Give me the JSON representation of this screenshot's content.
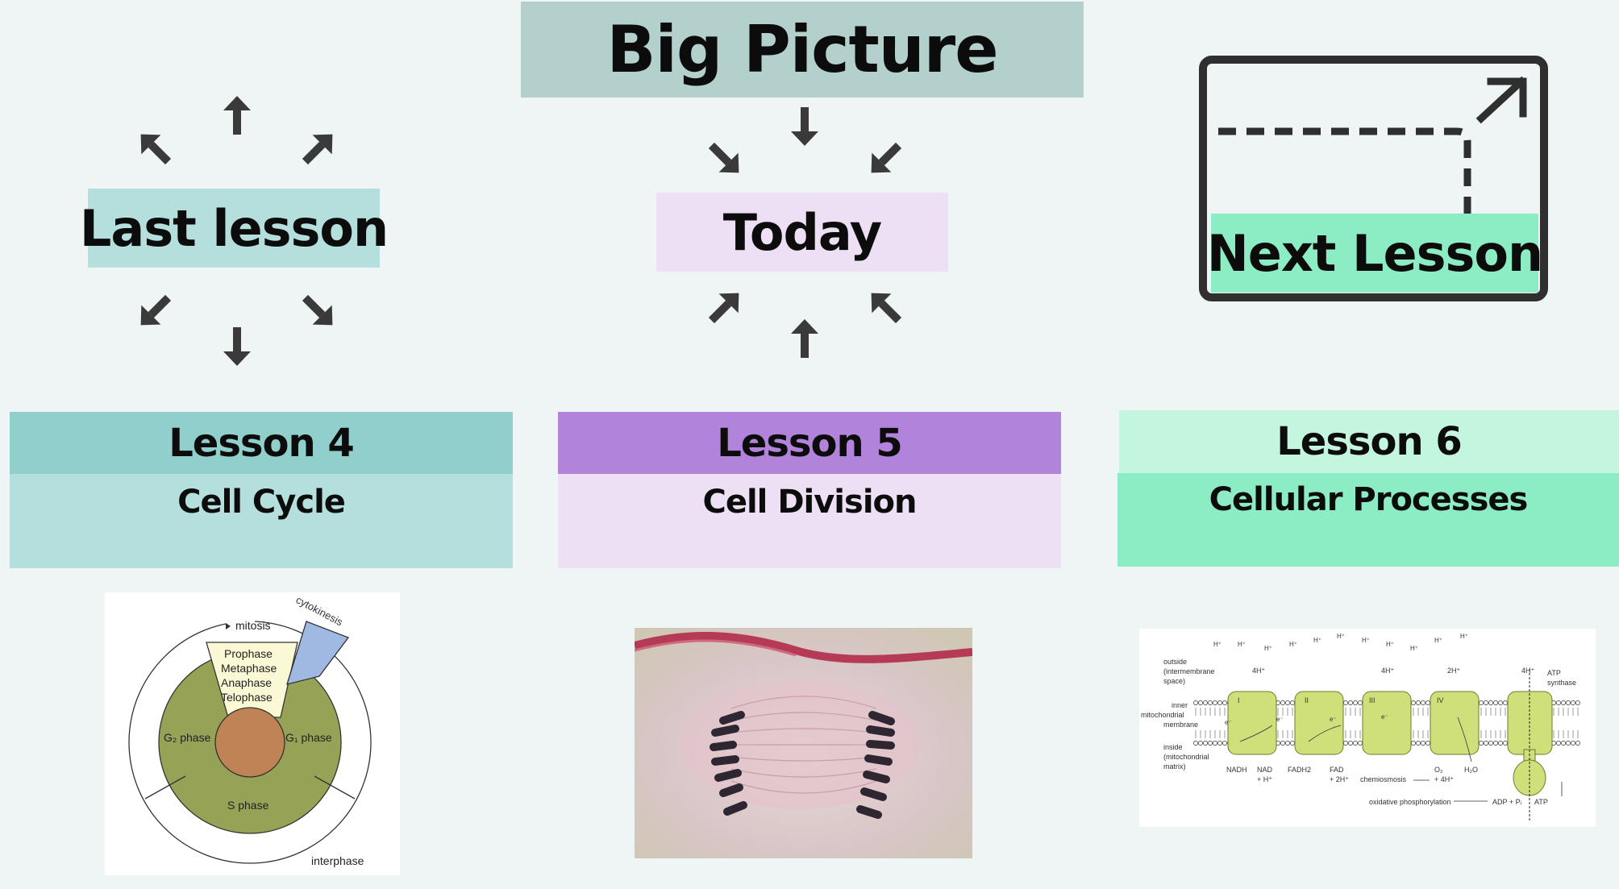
{
  "header": {
    "big_picture": "Big Picture",
    "last_lesson": "Last lesson",
    "today": "Today",
    "next_lesson": "Next Lesson"
  },
  "lessons": [
    {
      "number": "Lesson 4",
      "topic": "Cell Cycle"
    },
    {
      "number": "Lesson 5",
      "topic": "Cell Division"
    },
    {
      "number": "Lesson 6",
      "topic": "Cellular Processes"
    }
  ],
  "cell_cycle": {
    "mitosis": "mitosis",
    "cytokinesis": "cytokinesis",
    "phases": [
      "Prophase",
      "Metaphase",
      "Anaphase",
      "Telophase"
    ],
    "g2": "G₂ phase",
    "g1": "G₁ phase",
    "s": "S phase",
    "interphase": "interphase"
  },
  "etc": {
    "outside": [
      "outside",
      "(intermembrane",
      "space)"
    ],
    "inner": [
      "inner",
      "mitochondrial",
      "membrane"
    ],
    "inside": [
      "inside",
      "(mitochondrial",
      "matrix)"
    ],
    "complexes": [
      "I",
      "II",
      "III",
      "IV"
    ],
    "top_h": [
      "4H⁺",
      "4H⁺",
      "2H⁺",
      "4H⁺"
    ],
    "atp_synthase": [
      "ATP",
      "synthase"
    ],
    "nadh": "NADH",
    "nad": "NAD",
    "nad_h": "+ H⁺",
    "fadh2": "FADH2",
    "fad": "FAD",
    "fad_h": "+ 2H⁺",
    "chemiosmosis": "chemiosmosis",
    "o2": "O₂",
    "o2_h": "+ 4H⁺",
    "h2o": "H₂O",
    "oxphos": "oxidative phosphorylation",
    "adp": "ADP + Pᵢ",
    "atp": "ATP",
    "h_mark": "H⁺",
    "electron": "e⁻"
  },
  "colors": {
    "background": "#eff5f4",
    "big_picture_bg": "#b3d0cc",
    "last_lesson_bg": "#b5dfdc",
    "today_bg": "#ede0f4",
    "next_lesson_bg": "#8cecc3",
    "lesson4_head": "#91cfcc",
    "lesson4_body": "#b5dfdc",
    "lesson5_head": "#b283da",
    "lesson5_body": "#ede0f4",
    "lesson6_head": "#c4f5df",
    "lesson6_body": "#8cecc3",
    "arrow": "#3a3a3a"
  }
}
